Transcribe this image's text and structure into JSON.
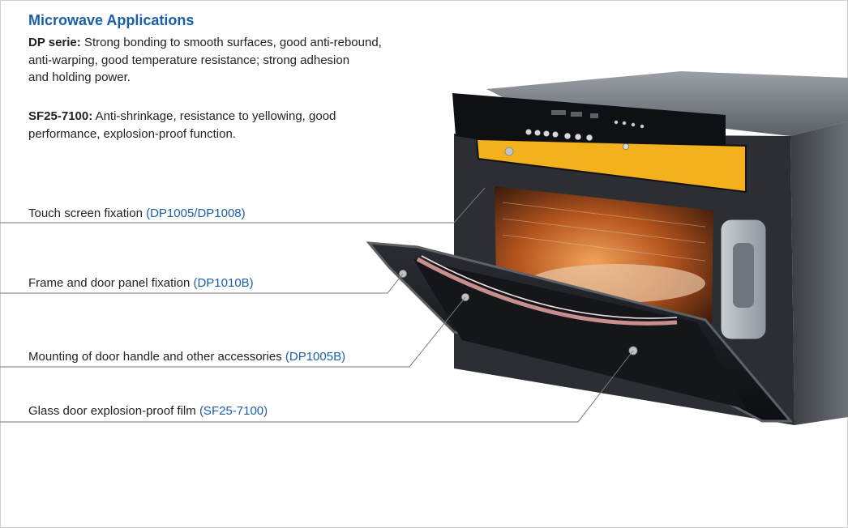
{
  "title": "Microwave Applications",
  "paragraphs": [
    {
      "lead": "DP serie:",
      "lines": [
        " Strong bonding to smooth surfaces, good anti-rebound,",
        "anti-warping, good temperature resistance; strong adhesion",
        "and holding power."
      ]
    },
    {
      "lead": "SF25-7100:",
      "lines": [
        " Anti-shrinkage, resistance to yellowing, good",
        "performance, explosion-proof function."
      ]
    }
  ],
  "callouts": [
    {
      "text": "Touch screen fixation ",
      "code": "(DP1005/DP1008)"
    },
    {
      "text": "Frame and door panel fixation ",
      "code": "(DP1010B)"
    },
    {
      "text": "Mounting of door handle and other accessories ",
      "code": "(DP1005B)"
    },
    {
      "text": "Glass door explosion-proof film ",
      "code": "(SF25-7100)"
    }
  ],
  "colors": {
    "title": "#1a5fa8",
    "code": "#1a5fa8",
    "highlight_band": "#f3b21b",
    "leader_line": "#777777"
  }
}
